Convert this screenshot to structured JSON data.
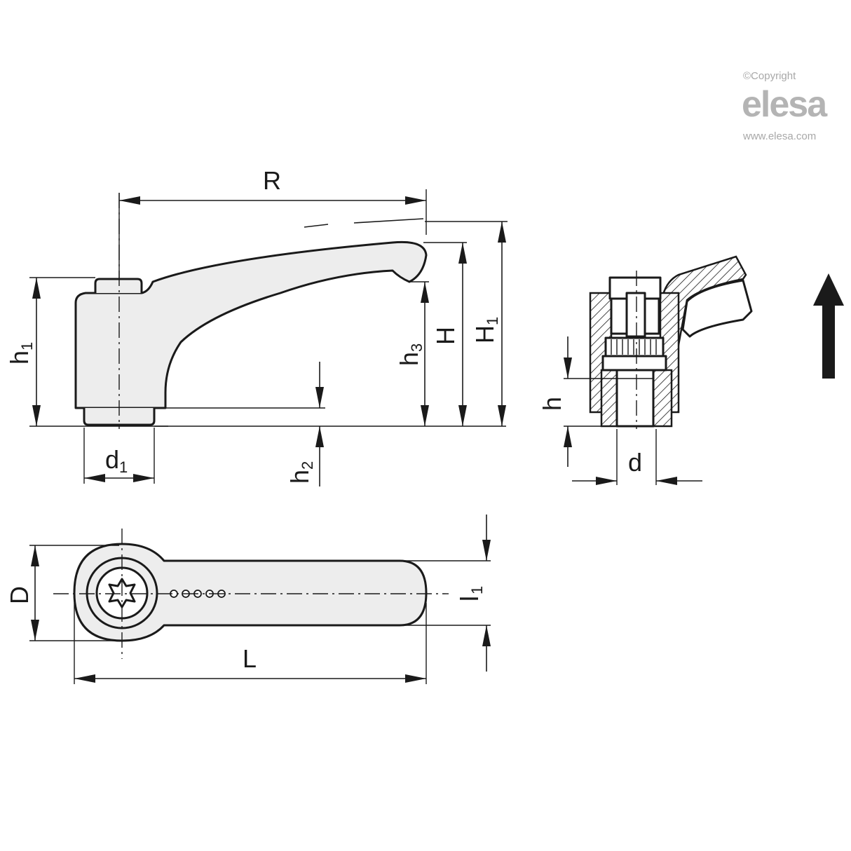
{
  "logo": {
    "copyright": "©Copyright",
    "brand": "elesa",
    "url": "www.elesa.com"
  },
  "side_view": {
    "labels": {
      "R": "R",
      "h1_main": "h",
      "h1_sub": "1",
      "h3_main": "h",
      "h3_sub": "3",
      "H": "H",
      "H1_main": "H",
      "H1_sub": "1",
      "h2_main": "h",
      "h2_sub": "2",
      "d1_main": "d",
      "d1_sub": "1"
    }
  },
  "section_view": {
    "labels": {
      "h": "h",
      "d": "d"
    }
  },
  "top_view": {
    "labels": {
      "D": "D",
      "L": "L",
      "l1_main": "l",
      "l1_sub": "1"
    }
  },
  "colors": {
    "line": "#1a1a1a",
    "fill": "#ededed",
    "logo": "#b4b4b4"
  }
}
